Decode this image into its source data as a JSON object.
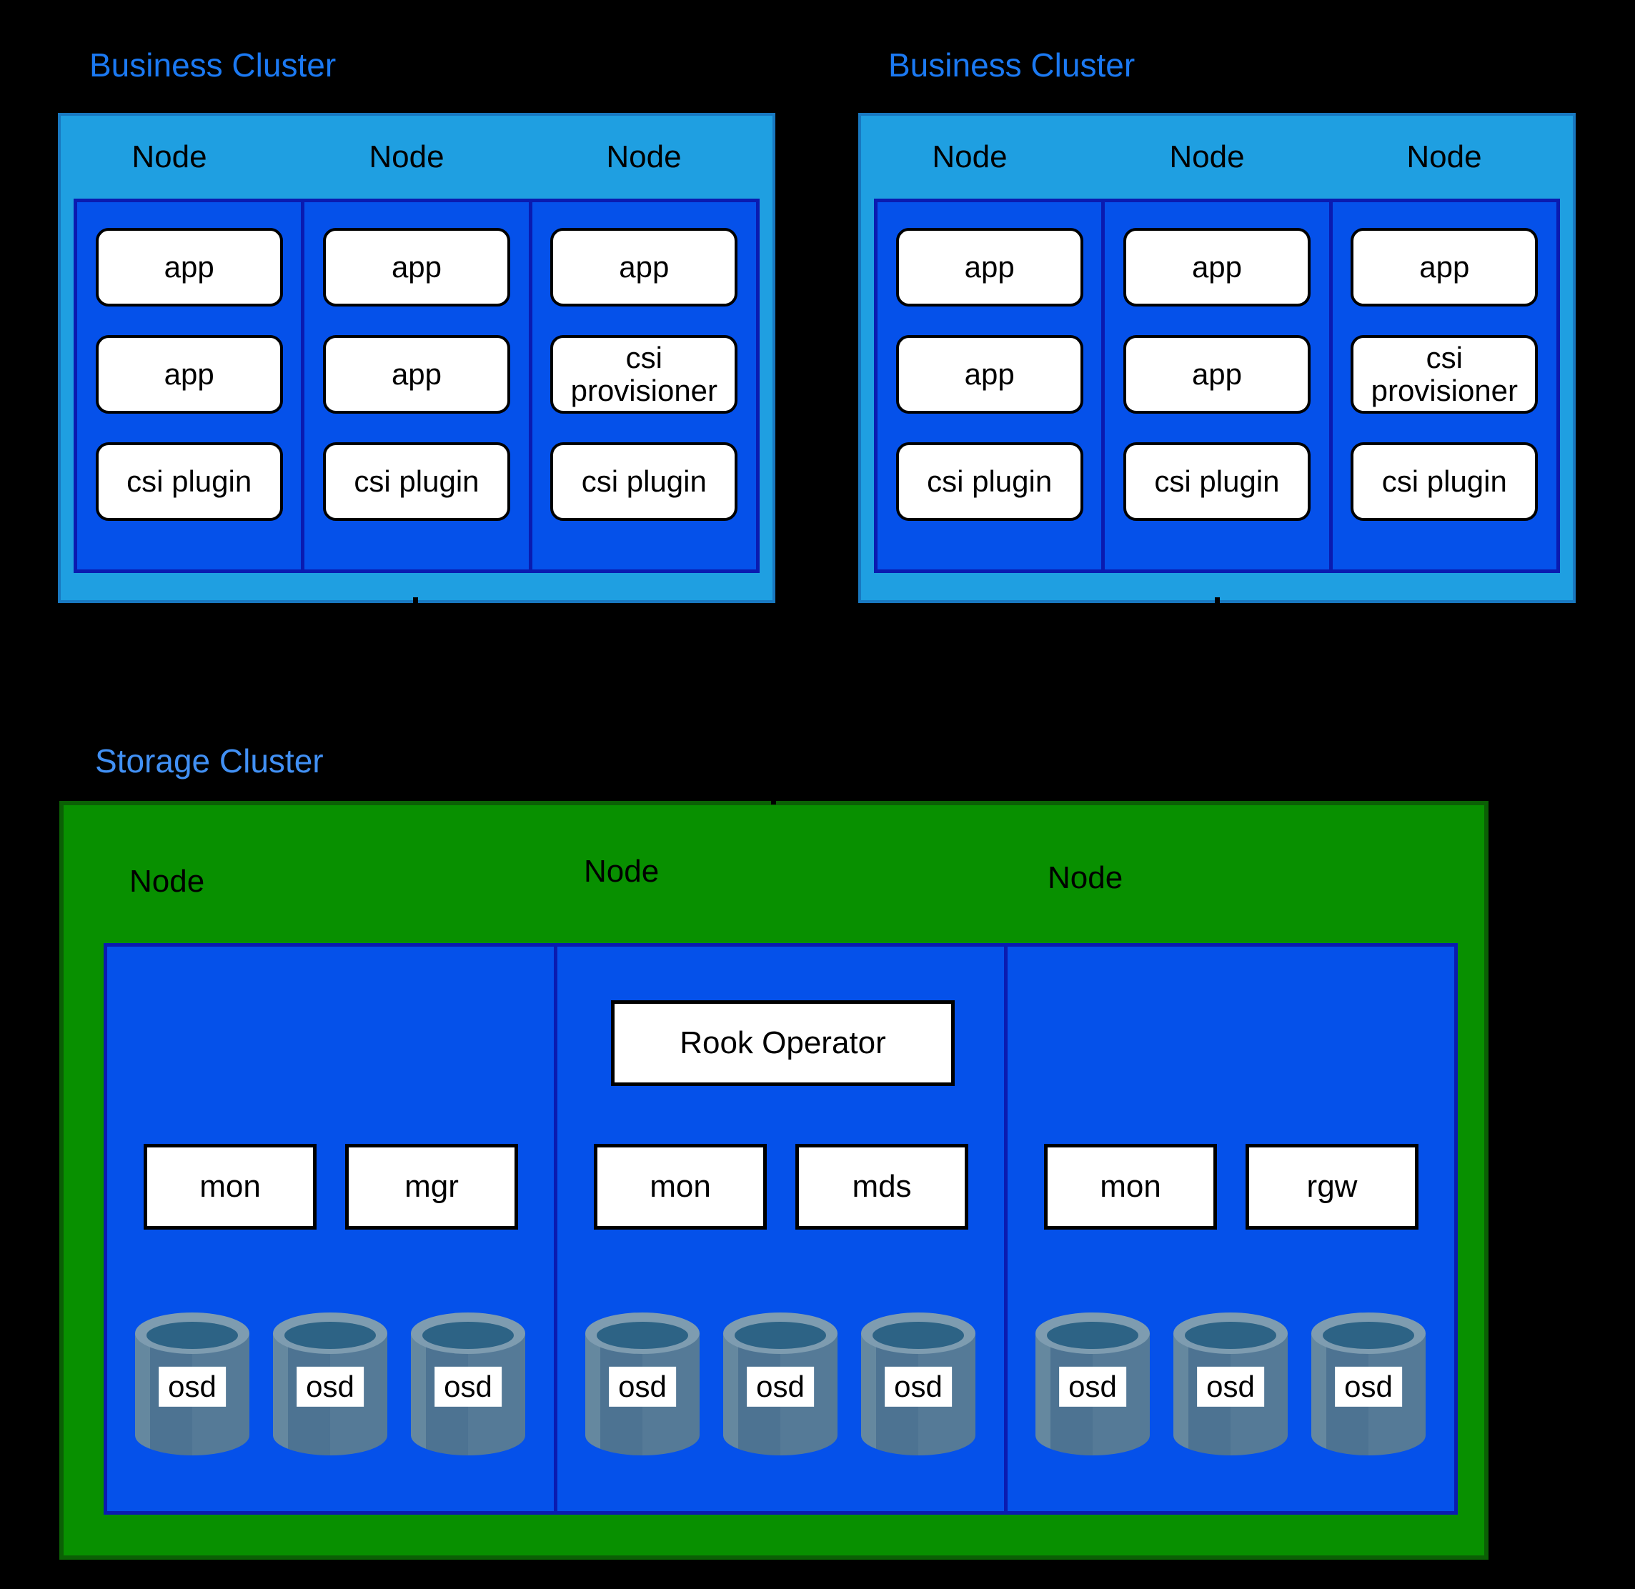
{
  "colors": {
    "background": "#000000",
    "business_title_blue": "#1b79f2",
    "storage_title_blue": "#4190f4",
    "cluster_light_blue": "#1f9fe1",
    "cluster_border_blue": "#1878c0",
    "node_panel_blue": "#0551ea",
    "panel_border_navy": "#0a1bb0",
    "storage_green": "#089000",
    "storage_border_green": "#0b6005",
    "box_white": "#ffffff",
    "cylinder_rim": "#7e9cb0",
    "cylinder_hole": "#2d6385",
    "cylinder_body_left": "#4d7392",
    "cylinder_body_right": "#557a97"
  },
  "business_clusters": [
    {
      "title": "Business Cluster",
      "nodes": [
        {
          "label": "Node",
          "pods": [
            "app",
            "app",
            "csi plugin"
          ]
        },
        {
          "label": "Node",
          "pods": [
            "app",
            "app",
            "csi plugin"
          ]
        },
        {
          "label": "Node",
          "pods": [
            "app",
            "csi provisioner",
            "csi plugin"
          ]
        }
      ]
    },
    {
      "title": "Business Cluster",
      "nodes": [
        {
          "label": "Node",
          "pods": [
            "app",
            "app",
            "csi plugin"
          ]
        },
        {
          "label": "Node",
          "pods": [
            "app",
            "app",
            "csi plugin"
          ]
        },
        {
          "label": "Node",
          "pods": [
            "app",
            "csi provisioner",
            "csi plugin"
          ]
        }
      ]
    }
  ],
  "storage_cluster": {
    "title": "Storage Cluster",
    "nodes": [
      {
        "label": "Node",
        "services": [
          "mon",
          "mgr"
        ],
        "osds": [
          "osd",
          "osd",
          "osd"
        ]
      },
      {
        "label": "Node",
        "operator": "Rook Operator",
        "services": [
          "mon",
          "mds"
        ],
        "osds": [
          "osd",
          "osd",
          "osd"
        ]
      },
      {
        "label": "Node",
        "services": [
          "mon",
          "rgw"
        ],
        "osds": [
          "osd",
          "osd",
          "osd"
        ]
      }
    ]
  }
}
